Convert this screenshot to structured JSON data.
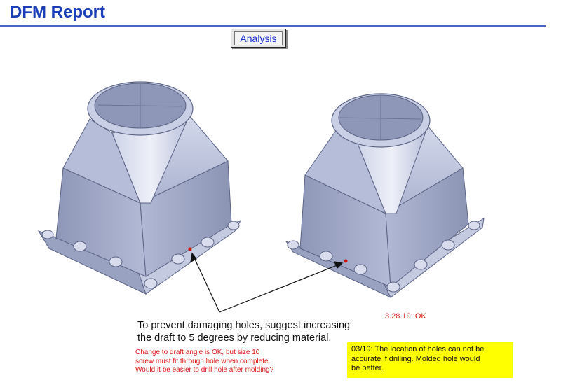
{
  "header": {
    "title": "DFM Report"
  },
  "tab": {
    "label": "Analysis"
  },
  "notes": {
    "main_line1": "To prevent damaging holes, suggest  increasing",
    "main_line2": "the draft to 5 degrees by reducing material.",
    "ok_note": "3.28.19: OK",
    "red_line1": "Change to draft angle is OK, but size 10",
    "red_line2": "screw must fit through hole when complete.",
    "red_line3": "Would it be easier to drill hole after molding?",
    "yellow_line1": "03/19: The location of holes can not be",
    "yellow_line2": "accurate if drilling. Molded hole would",
    "yellow_line3": "be better."
  },
  "colors": {
    "title": "#1a3fb8",
    "rule": "#4a64c8",
    "part_body": "#a9b1cf",
    "note_red": "#e01818",
    "note_yellow_bg": "#ffff00"
  }
}
